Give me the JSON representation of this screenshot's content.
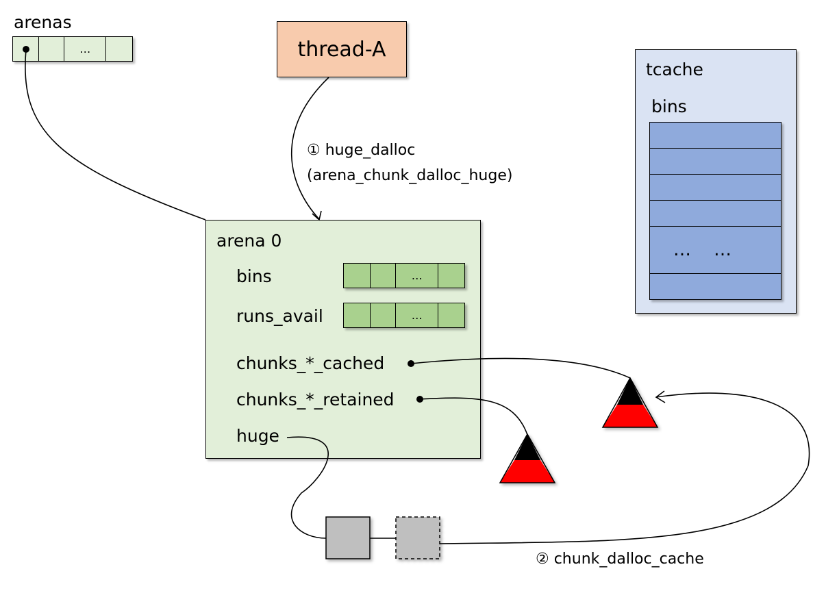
{
  "arenas": {
    "label": "arenas",
    "cells": [
      "",
      "",
      "…",
      ""
    ]
  },
  "thread": {
    "label": "thread-A"
  },
  "step1": {
    "line1": "① huge_dalloc",
    "line2": "(arena_chunk_dalloc_huge)"
  },
  "arena0": {
    "title": "arena 0",
    "bins_label": "bins",
    "bins_cells": [
      "",
      "",
      "…",
      ""
    ],
    "runs_avail_label": "runs_avail",
    "runs_avail_cells": [
      "",
      "",
      "…",
      ""
    ],
    "chunks_cached_label": "chunks_*_cached",
    "chunks_retained_label": "chunks_*_retained",
    "huge_label": "huge"
  },
  "tcache": {
    "title": "tcache",
    "bins_label": "bins",
    "rows": [
      "",
      "",
      "",
      "",
      "…    …",
      ""
    ]
  },
  "step2": {
    "label": "② chunk_dalloc_cache"
  },
  "colors": {
    "arena_fill": "#e2efd9",
    "cell_green": "#a9d18e",
    "thread_fill": "#f8cbad",
    "tcache_fill": "#dae3f3",
    "tcache_row": "#8faadc",
    "chunk_gray": "#bfbfbf",
    "tree_red": "#ff0000",
    "tree_black": "#000000"
  }
}
